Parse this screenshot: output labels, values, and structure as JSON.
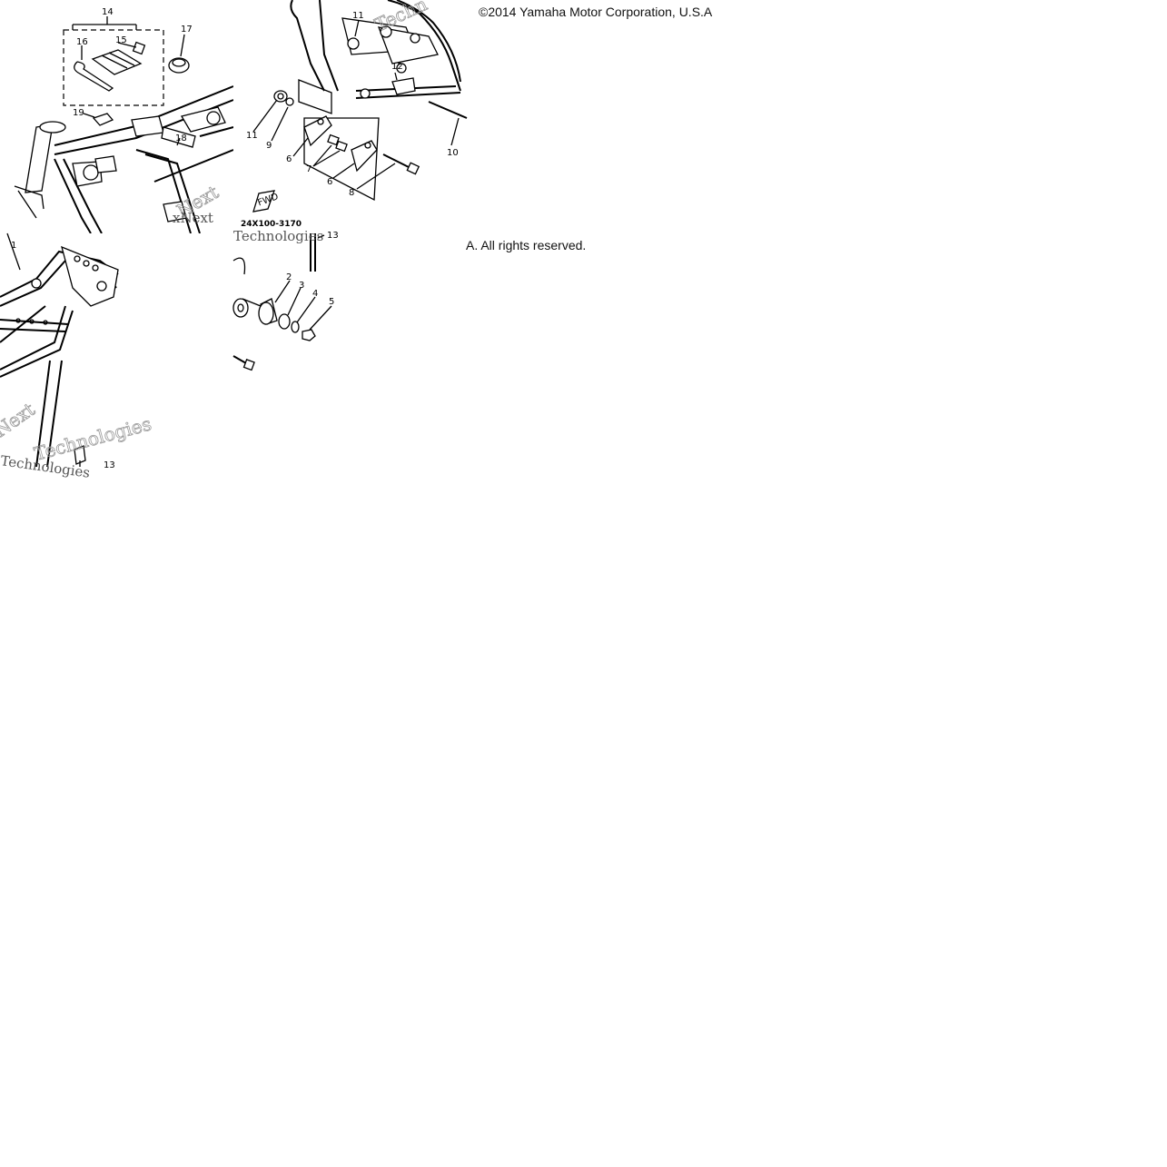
{
  "copyright": {
    "line1": "©2014 Yamaha Motor Corporation, U.S.A",
    "line2": "A. All rights reserved."
  },
  "diagram": {
    "part_code": "24X100-3170",
    "fwd_label": "FWD",
    "callouts": {
      "c1": "1",
      "c2": "2",
      "c3": "3",
      "c4": "4",
      "c5": "5",
      "c6a": "6",
      "c6b": "6",
      "c7": "7",
      "c8": "8",
      "c9": "9",
      "c10": "10",
      "c11a": "11",
      "c11b": "11",
      "c12": "12",
      "c13a": "13",
      "c13b": "13",
      "c14": "14",
      "c15": "15",
      "c16": "16",
      "c17": "17",
      "c18": "18",
      "c19": "19"
    }
  },
  "watermark": {
    "name_a": "Next",
    "name_b": "Technologies",
    "name_c": "Techn",
    "name_d": "xNext"
  },
  "colors": {
    "background": "#ffffff",
    "ink": "#000000",
    "watermark": "#9a9a9a"
  }
}
